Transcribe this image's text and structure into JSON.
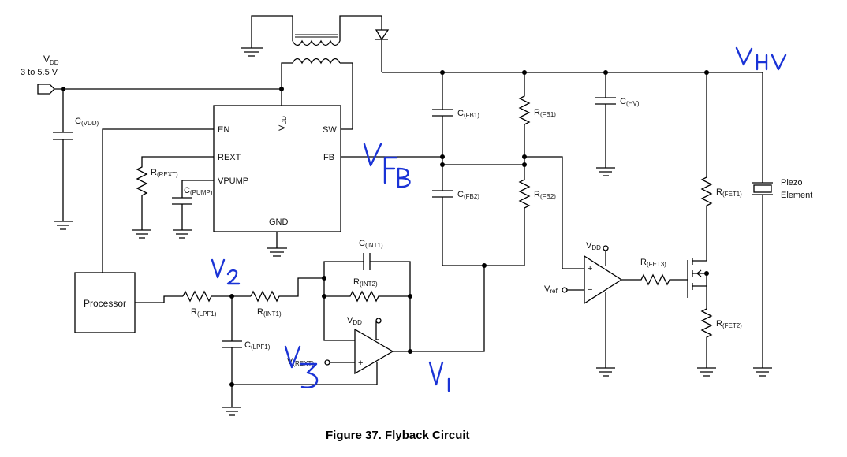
{
  "figure": {
    "caption": "Figure 37.  Flyback Circuit"
  },
  "supply": {
    "label": "V",
    "sub": "DD",
    "range": "3 to 5.5 V"
  },
  "ic": {
    "pin_vdd": "V",
    "pin_vdd_sub": "DD",
    "pin_en": "EN",
    "pin_sw": "SW",
    "pin_rext": "REXT",
    "pin_fb": "FB",
    "pin_vpump": "VPUMP",
    "pin_gnd": "GND"
  },
  "components": {
    "c_vdd": {
      "l": "C",
      "s": "(VDD)"
    },
    "r_rext": {
      "l": "R",
      "s": "(REXT)"
    },
    "c_pump": {
      "l": "C",
      "s": "(PUMP)"
    },
    "c_fb1": {
      "l": "C",
      "s": "(FB1)"
    },
    "r_fb1": {
      "l": "R",
      "s": "(FB1)"
    },
    "c_fb2": {
      "l": "C",
      "s": "(FB2)"
    },
    "r_fb2": {
      "l": "R",
      "s": "(FB2)"
    },
    "c_hv": {
      "l": "C",
      "s": "(HV)"
    },
    "r_fet1": {
      "l": "R",
      "s": "(FET1)"
    },
    "r_fet2": {
      "l": "R",
      "s": "(FET2)"
    },
    "r_fet3": {
      "l": "R",
      "s": "(FET3)"
    },
    "c_int1": {
      "l": "C",
      "s": "(INT1)"
    },
    "r_int2": {
      "l": "R",
      "s": "(INT2)"
    },
    "r_int1": {
      "l": "R",
      "s": "(INT1)"
    },
    "r_lpf1": {
      "l": "R",
      "s": "(LPF1)"
    },
    "c_lpf1": {
      "l": "C",
      "s": "(LPF1)"
    }
  },
  "blocks": {
    "processor": "Processor",
    "piezo_line1": "Piezo",
    "piezo_line2": "Element"
  },
  "opamps": {
    "comp_vdd": "V",
    "comp_vdd_sub": "DD",
    "vref": "V",
    "vref_sub": "ref",
    "int_vdd": "V",
    "int_vdd_sub": "DD",
    "vrext": "V",
    "vrext_sub": "(REXT)",
    "plus": "+",
    "minus": "−"
  },
  "annotations": [
    {
      "id": "vhv",
      "text": "VHV",
      "color": "#1a33d6"
    },
    {
      "id": "vfb",
      "text": "VFB",
      "color": "#1a33d6"
    },
    {
      "id": "v2",
      "text": "V2",
      "color": "#1a33d6"
    },
    {
      "id": "v3",
      "text": "V3",
      "color": "#1a33d6"
    },
    {
      "id": "v1",
      "text": "V1",
      "color": "#1a33d6"
    }
  ]
}
